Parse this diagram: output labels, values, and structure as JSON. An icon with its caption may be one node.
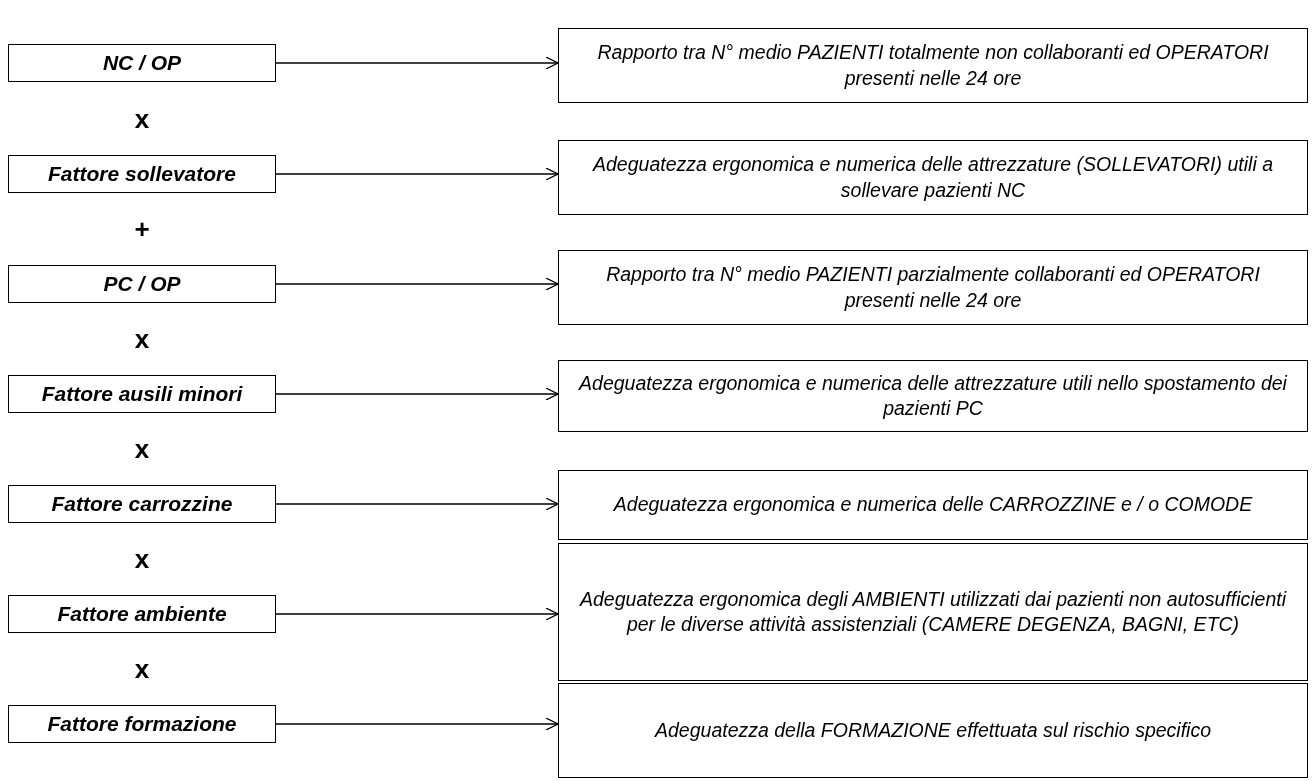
{
  "diagram": {
    "nodes": [
      {
        "text": [
          "NC / OP"
        ]
      },
      {
        "text": [
          "Rapporto tra N° medio PAZIENTI totalmente non collaboranti ed OPERATORI presenti nelle 24 ore"
        ]
      },
      {
        "text": [
          "Fattore sollevatore"
        ]
      },
      {
        "text": [
          "Adeguatezza ergonomica e numerica delle attrezzature (SOLLEVATORI) utili a sollevare pazienti NC"
        ]
      },
      {
        "text": [
          "PC / OP"
        ]
      },
      {
        "text": [
          "Rapporto tra N° medio PAZIENTI parzialmente collaboranti ed OPERATORI presenti nelle 24 ore"
        ]
      },
      {
        "text": [
          "Fattore ausili minori"
        ]
      },
      {
        "text": [
          "Adeguatezza ergonomica e numerica delle attrezzature utili nello spostamento dei pazienti PC"
        ]
      },
      {
        "text": [
          "Fattore carrozzine"
        ]
      },
      {
        "text": [
          "Adeguatezza ergonomica e numerica delle CARROZZINE e / o COMODE"
        ]
      },
      {
        "text": [
          "Fattore ambiente"
        ]
      },
      {
        "text": [
          "Adeguatezza ergonomica degli AMBIENTI utilizzati dai pazienti non autosufficienti per le diverse attività assistenziali (CAMERE DEGENZA, BAGNI, ETC)"
        ]
      },
      {
        "text": [
          "Fattore formazione"
        ]
      },
      {
        "text": [
          "Adeguatezza della FORMAZIONE effettuata sul rischio specifico"
        ]
      }
    ],
    "edges": [
      {
        "from": 0,
        "to": 1,
        "arrow": "to"
      },
      {
        "from": 2,
        "to": 3,
        "arrow": "to"
      },
      {
        "from": 4,
        "to": 5,
        "arrow": "to"
      },
      {
        "from": 6,
        "to": 7,
        "arrow": "to"
      },
      {
        "from": 8,
        "to": 9,
        "arrow": "to"
      },
      {
        "from": 10,
        "to": 11,
        "arrow": "to"
      },
      {
        "from": 12,
        "to": 13,
        "arrow": "to"
      }
    ],
    "labels": [
      "x",
      "+",
      "x",
      "x",
      "x",
      "x"
    ]
  }
}
